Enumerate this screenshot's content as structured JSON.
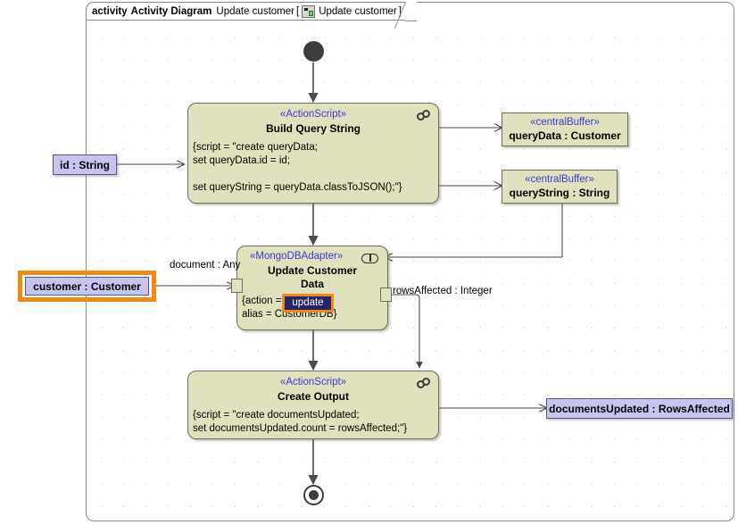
{
  "diagram": {
    "header": {
      "keyword": "activity",
      "type_label": "Activity Diagram",
      "name": "Update customer",
      "bracket_open": "[",
      "icon": "activity-diagram-icon",
      "inner_name": "Update customer",
      "bracket_close": "]"
    },
    "colors": {
      "node_fill": "#e2e1bd",
      "node_border": "#6e6e5a",
      "stereotype_text": "#3a3ad0",
      "param_fill": "#c6c4f0",
      "param_border": "#55557a",
      "selection": "#ef8a15",
      "highlight_fill": "#25256e",
      "highlight_text": "#ffffff",
      "canvas": "#ffffff"
    },
    "nodes": {
      "initial": {
        "name": "initial-node"
      },
      "final": {
        "name": "activity-final-node"
      },
      "build_query": {
        "stereotype": "«ActionScript»",
        "name": "Build Query String",
        "body_line1": "{script = \"create queryData;",
        "body_line2": "set queryData.id = id;",
        "body_line3": "",
        "body_line4": "set queryString = queryData.classToJSON();\"}",
        "icon": "script-icon"
      },
      "update_customer": {
        "stereotype": "«MongoDBAdapter»",
        "name_line1": "Update Customer",
        "name_line2": "Data",
        "body_prefix": "{action = ",
        "body_value": "update",
        "body_suffix": ",",
        "body_line2": "alias = CustomerDB}",
        "icon": "adapter-icon"
      },
      "create_output": {
        "stereotype": "«ActionScript»",
        "name": "Create Output",
        "body_line1": "{script = \"create documentsUpdated;",
        "body_line2": "set documentsUpdated.count = rowsAffected;\"}",
        "icon": "script-icon"
      },
      "buffer_query_data": {
        "stereotype": "«centralBuffer»",
        "name": "queryData : Customer"
      },
      "buffer_query_string": {
        "stereotype": "«centralBuffer»",
        "name": "queryString : String"
      }
    },
    "parameters": {
      "id_string": {
        "label": "id : String",
        "selected": false
      },
      "customer": {
        "label": "customer : Customer",
        "selected": true
      },
      "documents_updated": {
        "label": "documentsUpdated : RowsAffected",
        "selected": false
      }
    },
    "edge_labels": {
      "document_any": "document : Any",
      "rows_affected": "rowsAffected : Integer"
    }
  }
}
